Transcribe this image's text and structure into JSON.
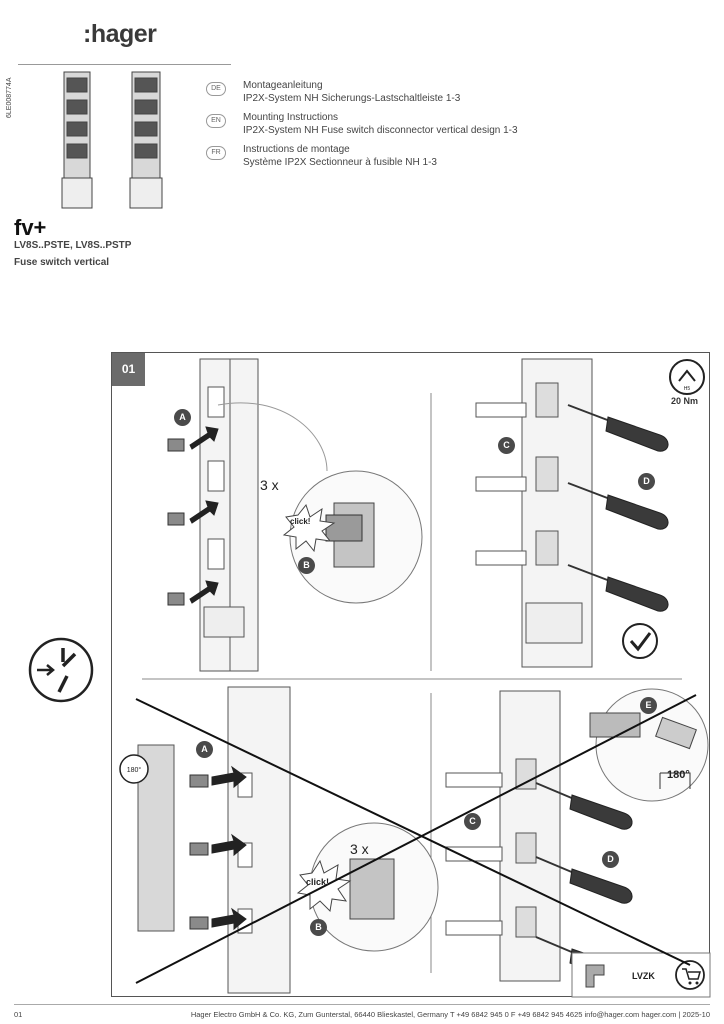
{
  "header": {
    "logo": ":hager",
    "doc_id": "6LE008774A"
  },
  "languages": [
    {
      "code": "DE",
      "title": "Montageanleitung",
      "desc": "IP2X-System NH Sicherungs-Lastschaltleiste 1-3"
    },
    {
      "code": "EN",
      "title": "Mounting Instructions",
      "desc": "IP2X-System NH Fuse switch disconnector vertical design 1-3"
    },
    {
      "code": "FR",
      "title": "Instructions de montage",
      "desc": "Système IP2X Sectionneur à fusible NH 1-3"
    }
  ],
  "product": {
    "brand": "fv+",
    "refs": "LV8S..PSTE, LV8S..PSTP",
    "subtitle": "Fuse switch vertical"
  },
  "step": {
    "number": "01",
    "multiplier": "3 x",
    "click": "click!",
    "torque": "20 Nm",
    "tool": "H5",
    "rotate_label": "180°",
    "angle": "180°",
    "accessory": "LVZK",
    "letters": {
      "a": "A",
      "b": "B",
      "c": "C",
      "d": "D",
      "e": "E"
    }
  },
  "footer": {
    "page": "01",
    "info": "Hager Electro GmbH & Co. KG, Zum Gunterstal, 66440 Blieskastel, Germany   T +49 6842 945 0   F +49 6842 945 4625   info@hager.com   hager.com | 2025-10"
  },
  "colors": {
    "step_badge": "#6b6b6b",
    "screwdriver": "#3a3a3a",
    "line_art": "#555555"
  }
}
